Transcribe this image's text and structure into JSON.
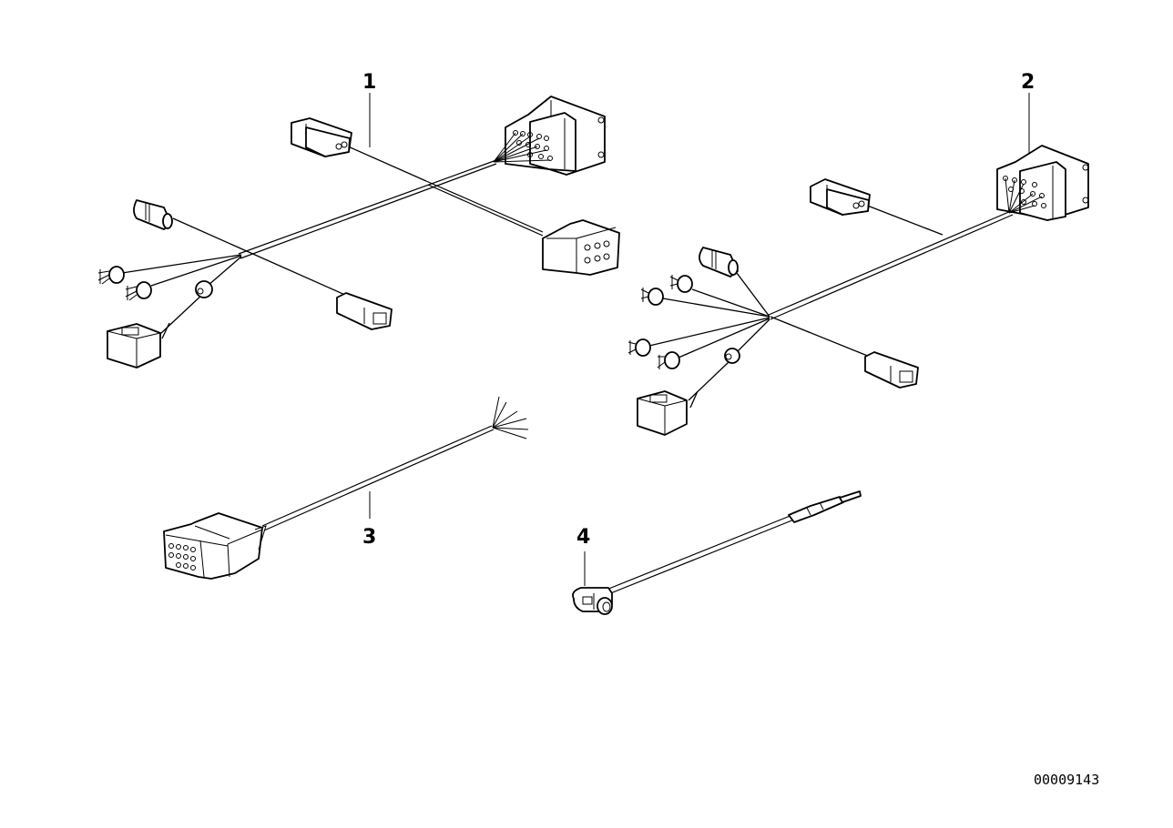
{
  "diagram": {
    "title": "Wiring harness parts diagram",
    "parts": [
      {
        "label": "1",
        "description": "Wiring harness with multi-pin connector, two-pin connectors, bulb sockets and plugs"
      },
      {
        "label": "2",
        "description": "Wiring harness with multi-pin connector, two-pin connectors, bulb sockets and plugs"
      },
      {
        "label": "3",
        "description": "Adapter lead with multi-pin connector and open wire ends"
      },
      {
        "label": "4",
        "description": "Antenna lead with angled plug"
      }
    ],
    "reference_number": "00009143"
  }
}
